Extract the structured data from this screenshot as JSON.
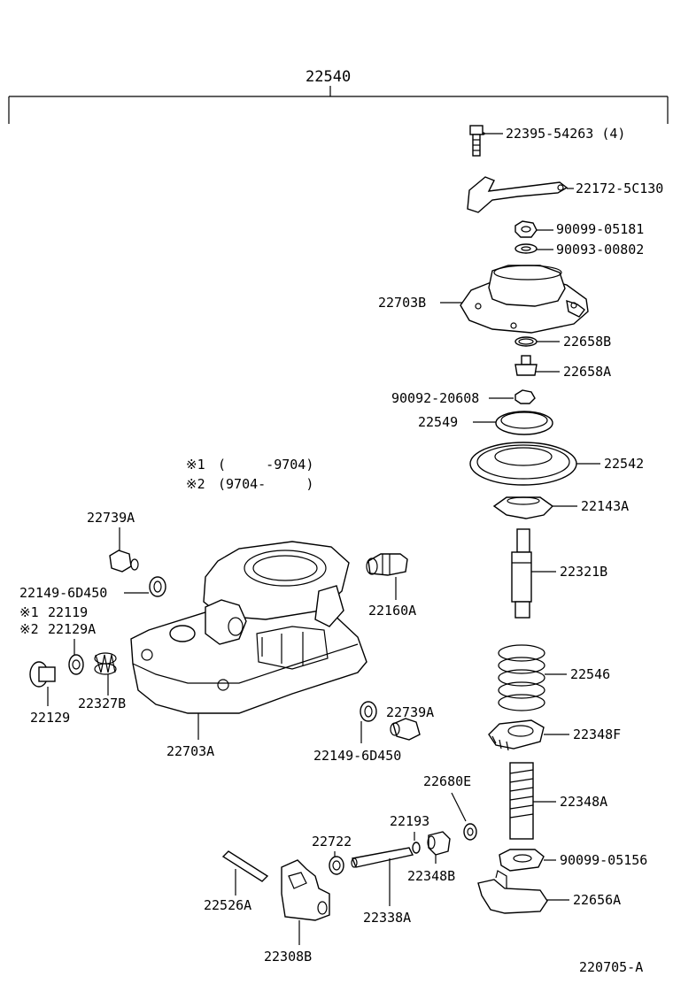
{
  "assembly_number": "22540",
  "figure_code": "220705-A",
  "notes": [
    {
      "mark": "※1",
      "text": "(     -9704)"
    },
    {
      "mark": "※2",
      "text": "(9704-     )"
    }
  ],
  "callouts": {
    "bolt": "22395-54263 (4)",
    "bracket": "22172-5C130",
    "nut_top": "90099-05181",
    "washer_top": "90093-00802",
    "cover": "22703B",
    "o_ring": "22658B",
    "adjust_screw": "22658A",
    "nut_small": "90092-20608",
    "retainer_plate": "22549",
    "diaphragm": "22542",
    "diaphragm_plate": "22143A",
    "rod": "22321B",
    "spring": "22546",
    "gear": "22348F",
    "screw_shaft": "22348A",
    "nut_lower": "90099-05156",
    "lever": "22656A",
    "plug_right": "22739A",
    "plug_left": "22739A",
    "gasket_left": "22149-6D450",
    "gasket_right": "22149-6D450",
    "screw_variant1": "22119",
    "screw_variant2": "22129A",
    "screw_main": "22129",
    "spring_small": "22327B",
    "body": "22703A",
    "fitting": "22160A",
    "washer_e": "22680E",
    "snap_ring": "22193",
    "seal": "22722",
    "bushing": "22348B",
    "pin": "22526A",
    "shaft": "22338A",
    "link": "22308B"
  }
}
